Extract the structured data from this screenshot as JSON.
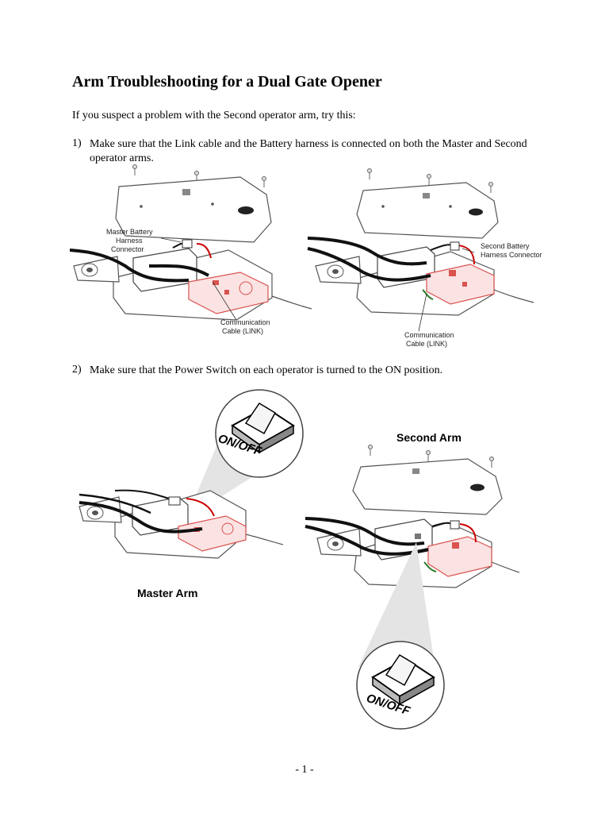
{
  "document": {
    "title": "Arm Troubleshooting for a Dual Gate Opener",
    "intro": "If you suspect a problem with the Second operator arm, try this:",
    "steps": [
      {
        "number": "1)",
        "text": "Make sure that the Link cable and the Battery harness is connected on both the Master and Second operator arms."
      },
      {
        "number": "2)",
        "text": "Make sure that the Power Switch on each operator is turned to the ON position."
      }
    ],
    "footer": "- 1 -"
  },
  "figure1": {
    "master_battery_label": [
      "Master Battery",
      "Harness",
      "Connector"
    ],
    "master_comm_label": [
      "Communication",
      "Cable (LINK)"
    ],
    "second_battery_label": [
      "Second Battery",
      "Harness Connector"
    ],
    "second_comm_label": [
      "Communication",
      "Cable (LINK)"
    ]
  },
  "figure2": {
    "second_arm_label": "Second Arm",
    "master_arm_label": "Master Arm",
    "switch_label_top": "ON/OFF",
    "switch_label_bottom": "ON/OFF"
  },
  "colors": {
    "circuit_red": "#d9534f",
    "cable_black": "#111111",
    "outline": "#555555"
  }
}
